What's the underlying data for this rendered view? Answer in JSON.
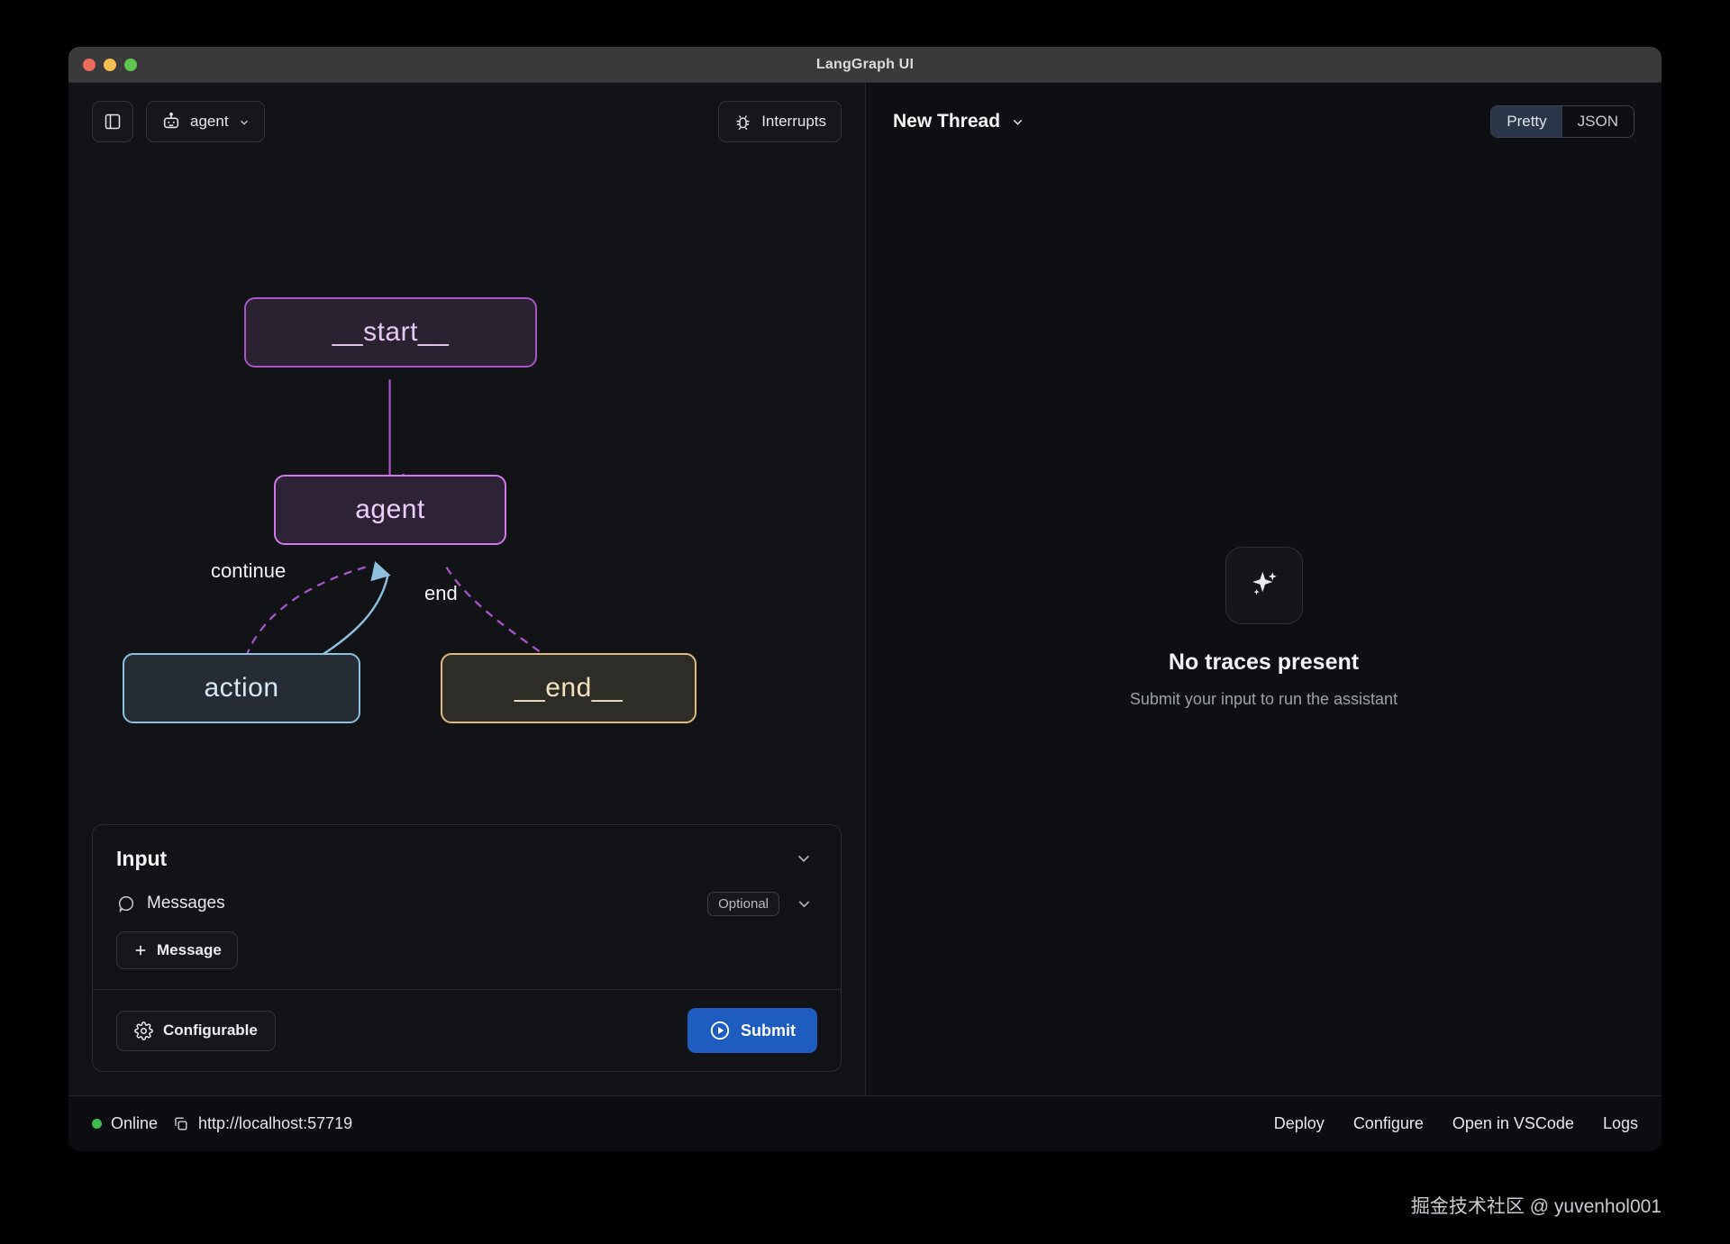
{
  "window": {
    "title": "LangGraph UI",
    "traffic_lights": [
      "close-red",
      "minimize-yellow",
      "maximize-green"
    ]
  },
  "left_toolbar": {
    "sidebar_toggle_icon": "panel-left-icon",
    "assistant_button": {
      "icon": "bot-icon",
      "label": "agent",
      "chevron": "chevron-down-icon"
    },
    "interrupts_button": {
      "icon": "bug-icon",
      "label": "Interrupts"
    }
  },
  "graph": {
    "nodes": [
      {
        "id": "start",
        "label": "__start__",
        "border": "#a855c8"
      },
      {
        "id": "agent",
        "label": "agent",
        "border": "#cf7ae8"
      },
      {
        "id": "action",
        "label": "action",
        "border": "#8fc0e0"
      },
      {
        "id": "end",
        "label": "__end__",
        "border": "#dfbc7e"
      }
    ],
    "edges": [
      {
        "from": "start",
        "to": "agent",
        "label": "",
        "style": "solid",
        "color": "#a855c8"
      },
      {
        "from": "agent",
        "to": "action",
        "label": "continue",
        "style": "dashed",
        "color": "#a855c8"
      },
      {
        "from": "agent",
        "to": "end",
        "label": "end",
        "style": "dashed",
        "color": "#a855c8"
      },
      {
        "from": "action",
        "to": "agent",
        "label": "",
        "style": "solid",
        "color": "#8fc0e0"
      }
    ],
    "edge_labels": {
      "continue": "continue",
      "end": "end"
    }
  },
  "input_panel": {
    "title": "Input",
    "collapse_icon": "chevron-down-icon",
    "messages": {
      "icon": "message-circle-icon",
      "label": "Messages",
      "badge": "Optional",
      "expand_icon": "chevron-down-icon"
    },
    "add_message_button": {
      "icon": "plus-icon",
      "label": "Message"
    },
    "configurable_button": {
      "icon": "gear-icon",
      "label": "Configurable"
    },
    "submit_button": {
      "icon": "play-circle-icon",
      "label": "Submit",
      "color": "#1f5cbf"
    }
  },
  "right_panel": {
    "thread": {
      "label": "New Thread",
      "chevron": "chevron-down-icon"
    },
    "view_toggle": {
      "options": [
        "Pretty",
        "JSON"
      ],
      "selected": "Pretty"
    },
    "empty_state": {
      "icon": "sparkles-icon",
      "title": "No traces present",
      "subtitle": "Submit your input to run the assistant"
    }
  },
  "status_bar": {
    "status_text": "Online",
    "status_color": "#3fb950",
    "copy_icon": "copy-icon",
    "url": "http://localhost:57719",
    "links": [
      "Deploy",
      "Configure",
      "Open in VSCode",
      "Logs"
    ]
  },
  "watermark": "掘金技术社区 @ yuvenhol001"
}
